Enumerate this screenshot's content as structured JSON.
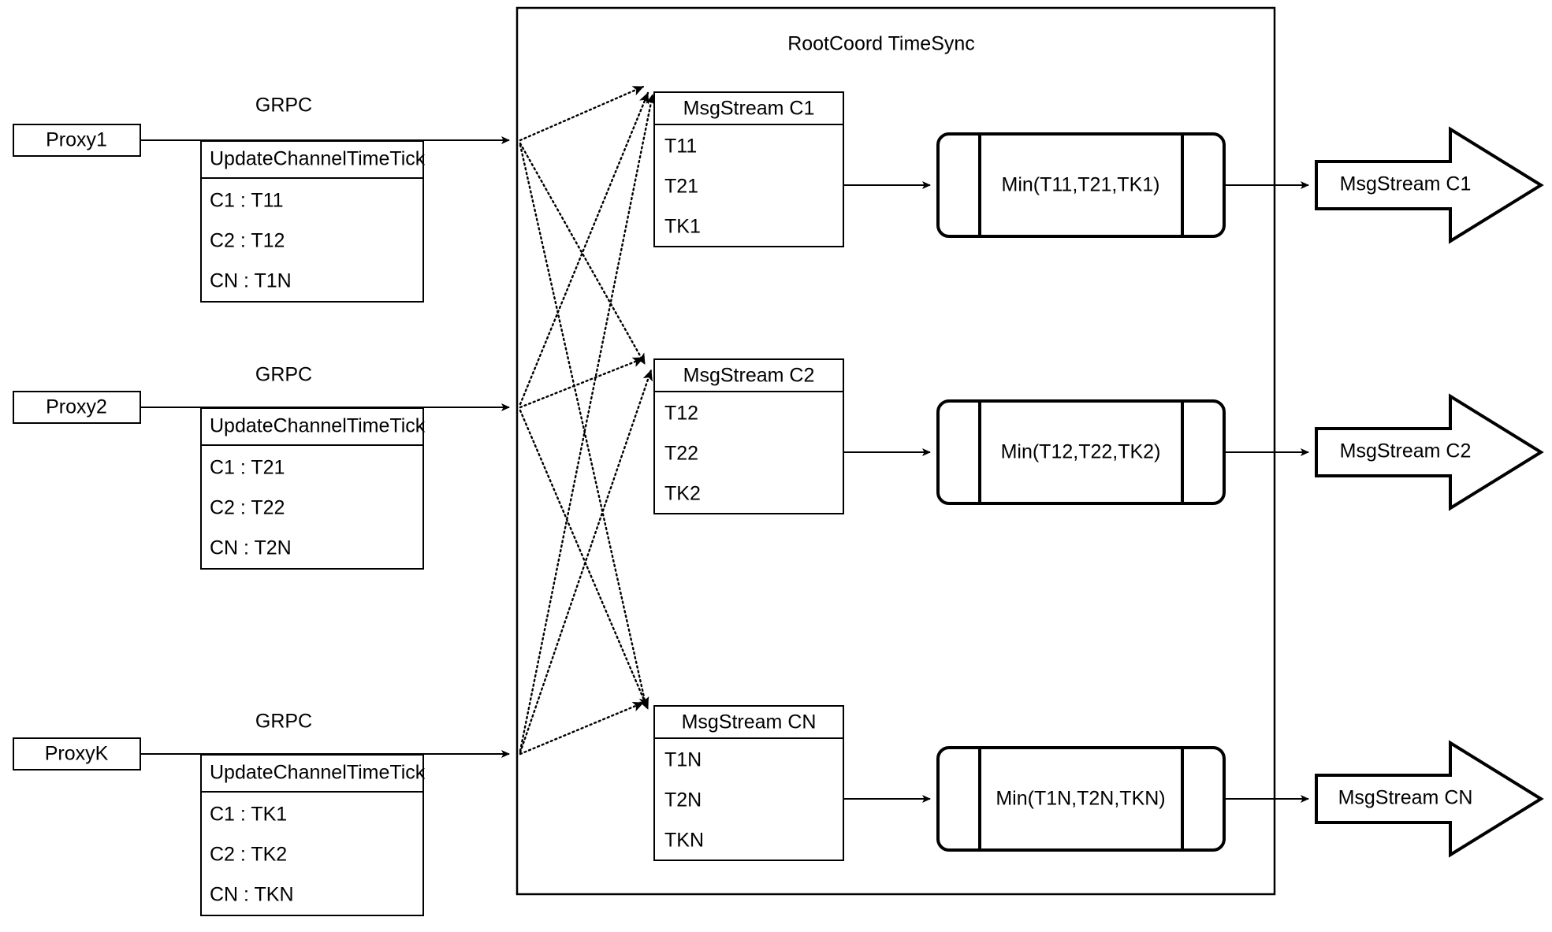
{
  "diagram": {
    "title": "RootCoord TimeSync",
    "container_label": "RootCoord TimeSync",
    "link_label": "GRPC",
    "timetick_header": "UpdateChannelTimeTick"
  },
  "proxies": [
    {
      "name": "Proxy1",
      "grpc_label": "GRPC",
      "timetick_header": "UpdateChannelTimeTick",
      "rows": [
        "C1 :  T11",
        "C2 :  T12",
        "CN : T1N"
      ]
    },
    {
      "name": "Proxy2",
      "grpc_label": "GRPC",
      "timetick_header": "UpdateChannelTimeTick",
      "rows": [
        "C1 :  T21",
        "C2 :  T22",
        "CN : T2N"
      ]
    },
    {
      "name": "ProxyK",
      "grpc_label": "GRPC",
      "timetick_header": "UpdateChannelTimeTick",
      "rows": [
        "C1 :  TK1",
        "C2 :  TK2",
        "CN : TKN"
      ]
    }
  ],
  "channels": [
    {
      "stream_header": "MsgStream C1",
      "ticks": [
        "T11",
        "T21",
        "TK1"
      ],
      "min_label": "Min(T11,T21,TK1)",
      "output_label": "MsgStream C1"
    },
    {
      "stream_header": "MsgStream C2",
      "ticks": [
        "T12",
        "T22",
        "TK2"
      ],
      "min_label": "Min(T12,T22,TK2)",
      "output_label": "MsgStream C2"
    },
    {
      "stream_header": "MsgStream CN",
      "ticks": [
        "T1N",
        "T2N",
        "TKN"
      ],
      "min_label": "Min(T1N,T2N,TKN)",
      "output_label": "MsgStream CN"
    }
  ],
  "colors": {
    "stroke": "#000000",
    "fill": "#ffffff"
  }
}
